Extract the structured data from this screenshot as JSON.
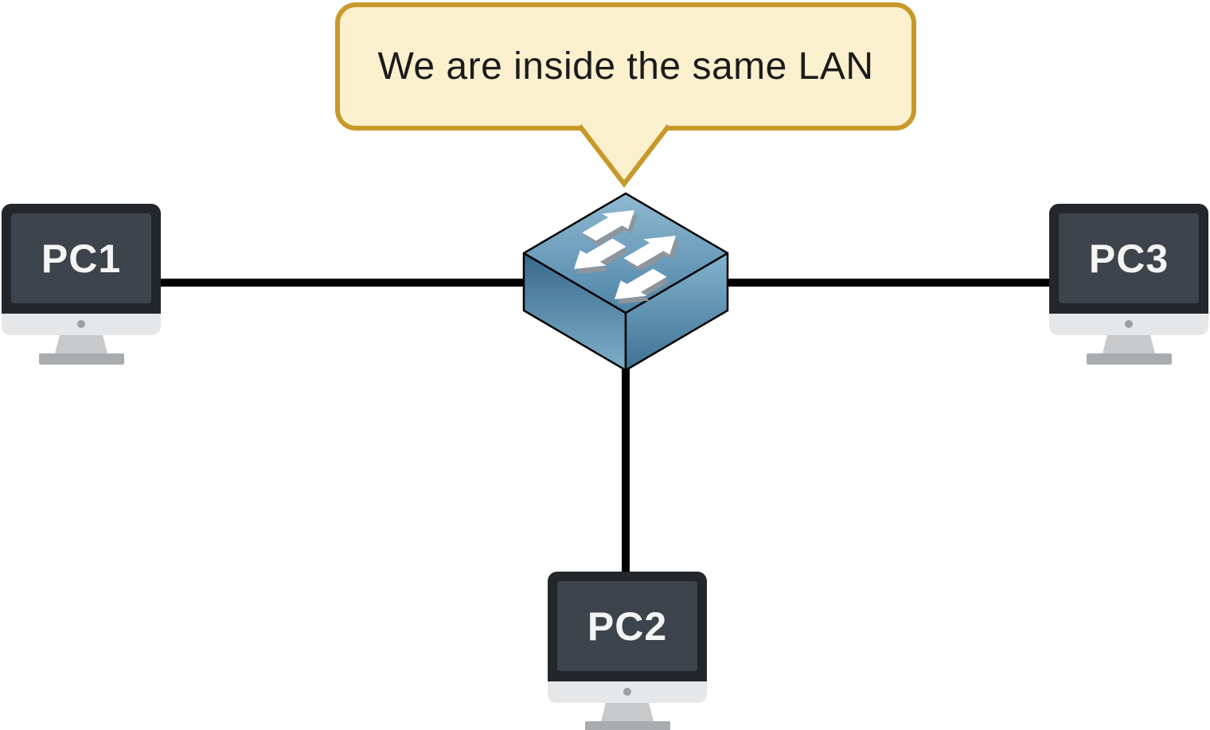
{
  "bubble": {
    "text": "We are inside the same LAN",
    "fill": "#FBF0CD",
    "border_color": "#C7992A",
    "text_color": "#1B1B1B"
  },
  "nodes": {
    "pc1": {
      "label": "PC1",
      "type": "computer"
    },
    "pc2": {
      "label": "PC2",
      "type": "computer"
    },
    "pc3": {
      "label": "PC3",
      "type": "computer"
    },
    "switch": {
      "type": "switch",
      "icon": "lan-switch-icon"
    }
  },
  "connections": [
    {
      "from": "PC1",
      "to": "switch"
    },
    {
      "from": "switch",
      "to": "PC3"
    },
    {
      "from": "switch",
      "to": "PC2"
    }
  ],
  "colors": {
    "link": "#000000",
    "switch_top": "#8FB9D1",
    "switch_blue": "#4E85A8",
    "monitor_bezel": "#23272C",
    "monitor_screen": "#3E444B",
    "monitor_chin": "#E6E7E8"
  }
}
